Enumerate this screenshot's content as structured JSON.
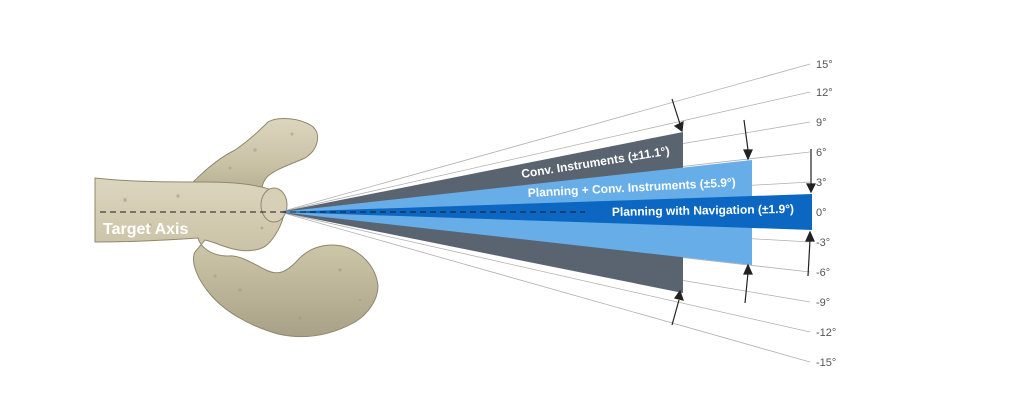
{
  "target_axis_label": "Target Axis",
  "angle_labels": [
    "15°",
    "12°",
    "9°",
    "6°",
    "3°",
    "0°",
    "-3°",
    "-6°",
    "-9°",
    "-12°",
    "-15°"
  ],
  "wedges": [
    {
      "label": "Conv. Instruments (±11.1°)",
      "tolerance_deg": 11.1,
      "color": "#5a6470"
    },
    {
      "label": "Planning + Conv. Instruments (±5.9°)",
      "tolerance_deg": 5.9,
      "color": "#67aee8"
    },
    {
      "label": "Planning with Navigation (±1.9°)",
      "tolerance_deg": 1.9,
      "color": "#0b67c2"
    }
  ],
  "colors": {
    "bone": "#cfc7ad",
    "guide_line": "#b0b0b0",
    "arrow": "#222222"
  }
}
